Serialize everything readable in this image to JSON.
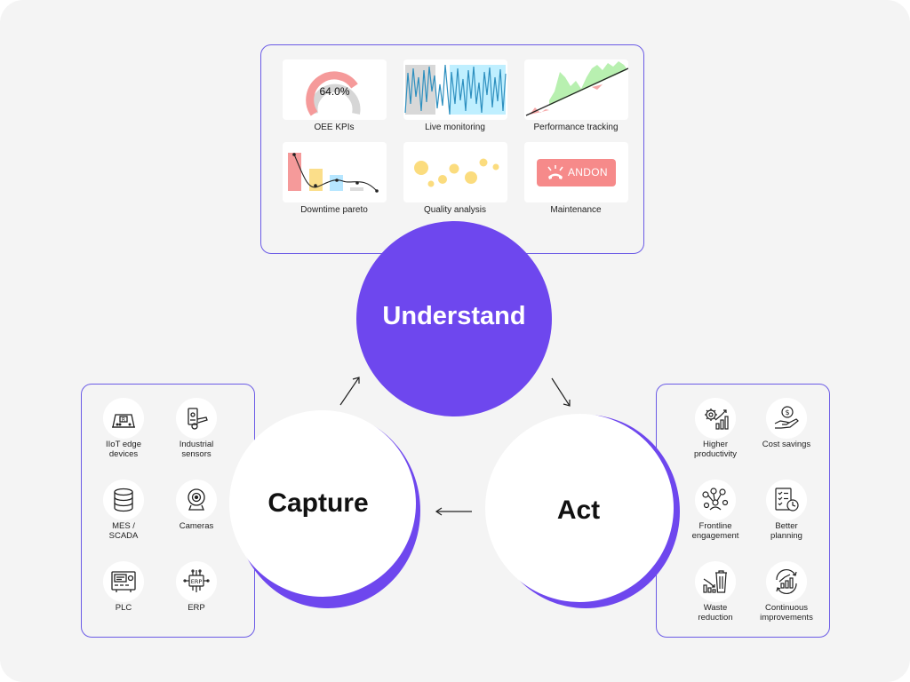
{
  "understand": {
    "title": "Understand",
    "cards": [
      {
        "id": "oee",
        "label": "OEE KPIs",
        "value": "64.0%",
        "icon": "gauge-icon"
      },
      {
        "id": "live",
        "label": "Live monitoring",
        "icon": "live-signal-icon"
      },
      {
        "id": "perf",
        "label": "Performance tracking",
        "icon": "trend-line-icon"
      },
      {
        "id": "pareto",
        "label": "Downtime pareto",
        "icon": "pareto-chart-icon"
      },
      {
        "id": "quality",
        "label": "Quality analysis",
        "icon": "bubble-chart-icon"
      },
      {
        "id": "maint",
        "label": "Maintenance",
        "badge": "ANDON",
        "icon": "andon-alarm-icon"
      }
    ]
  },
  "capture": {
    "title": "Capture",
    "items": [
      {
        "label": "IIoT edge\ndevices",
        "icon": "edge-device-icon"
      },
      {
        "label": "Industrial\nsensors",
        "icon": "sensor-icon"
      },
      {
        "label": "MES /\nSCADA",
        "icon": "database-icon"
      },
      {
        "label": "Cameras",
        "icon": "camera-icon"
      },
      {
        "label": "PLC",
        "icon": "plc-icon"
      },
      {
        "label": "ERP",
        "icon": "erp-chip-icon"
      }
    ]
  },
  "act": {
    "title": "Act",
    "items": [
      {
        "label": "Higher\nproductivity",
        "icon": "gear-growth-icon"
      },
      {
        "label": "Cost savings",
        "icon": "dollar-hand-icon"
      },
      {
        "label": "Frontline\nengagement",
        "icon": "people-network-icon"
      },
      {
        "label": "Better\nplanning",
        "icon": "checklist-clock-icon"
      },
      {
        "label": "Waste\nreduction",
        "icon": "trash-chart-icon"
      },
      {
        "label": "Continuous\nimprovements",
        "icon": "cycle-growth-icon"
      }
    ]
  },
  "colors": {
    "accent": "#6e47ee",
    "panel_border": "#6b5be6",
    "background": "#f4f4f4",
    "gauge_fill": "#f59a9a",
    "gauge_track": "#d6d6d6",
    "live_line": "#2d8fbf",
    "live_fill": "#bfefff",
    "perf_fill": "#b8f0b0",
    "pareto_bar_1": "#f59a9a",
    "pareto_bar_2": "#fbde8a",
    "pareto_bar_3": "#b6e6ff",
    "quality_dot": "#fbdc7e",
    "andon": "#f68a8a"
  }
}
